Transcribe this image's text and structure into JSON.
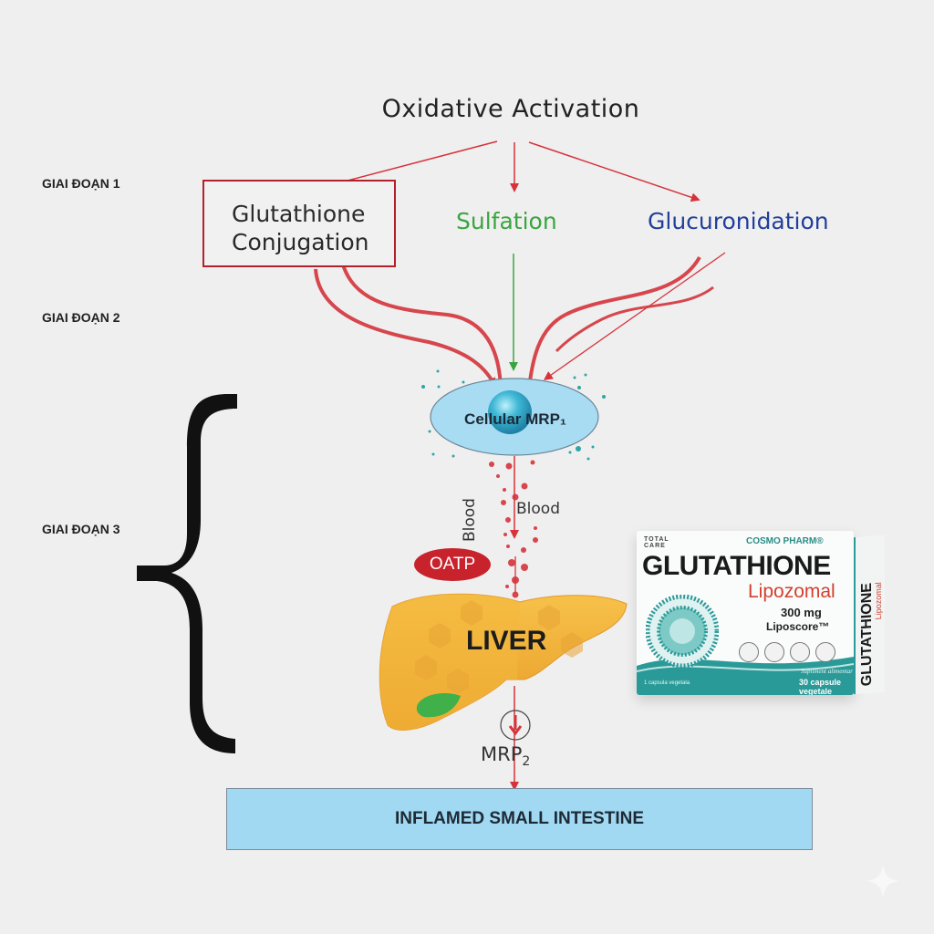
{
  "title": "Oxidative Activation",
  "stages": [
    {
      "label": "GIAI ĐOẠN 1"
    },
    {
      "label": "GIAI ĐOẠN 2"
    },
    {
      "label": "GIAI ĐOẠN 3"
    }
  ],
  "pathways": {
    "glutathione": {
      "line1": "Glutathione",
      "line2": "Conjugation"
    },
    "sulfation": "Sulfation",
    "glucuronidation": "Glucuronidation"
  },
  "transporters": {
    "mrp1": "Cellular MRP₁",
    "oatp": "OATP",
    "mrp2_main": "MRP",
    "mrp2_sub": "2"
  },
  "flow": {
    "blood_horizontal": "Blood",
    "blood_vertical": "Blood"
  },
  "organs": {
    "liver": "LIVER",
    "intestine": "INFLAMED SMALL INTESTINE"
  },
  "product": {
    "brand_left_line1": "TOTAL",
    "brand_left_line2": "CARE",
    "brand_right": "COSMO PHARM®",
    "name": "GLUTATHIONE",
    "subtitle": "Lipozomal",
    "dose": "300 mg",
    "technology": "Liposcore™",
    "note": "Supliment alimentar",
    "count": "30 capsule vegetale",
    "caps_note": "1 capsula vegetala",
    "side_name": "GLUTATHIONE",
    "side_sub": "Lipozomal"
  },
  "colors": {
    "arrow_red": "#d6333b",
    "box_red": "#b3212c",
    "sulfation_green": "#3aa540",
    "glucuronidation_blue": "#213f9a",
    "mrp1_fill": "#a8dcf2",
    "liver_orange": "#f0b43c",
    "gallbladder_green": "#3fb04a",
    "intestine_fill": "#a1d8f2",
    "product_teal": "#2a9a98"
  }
}
